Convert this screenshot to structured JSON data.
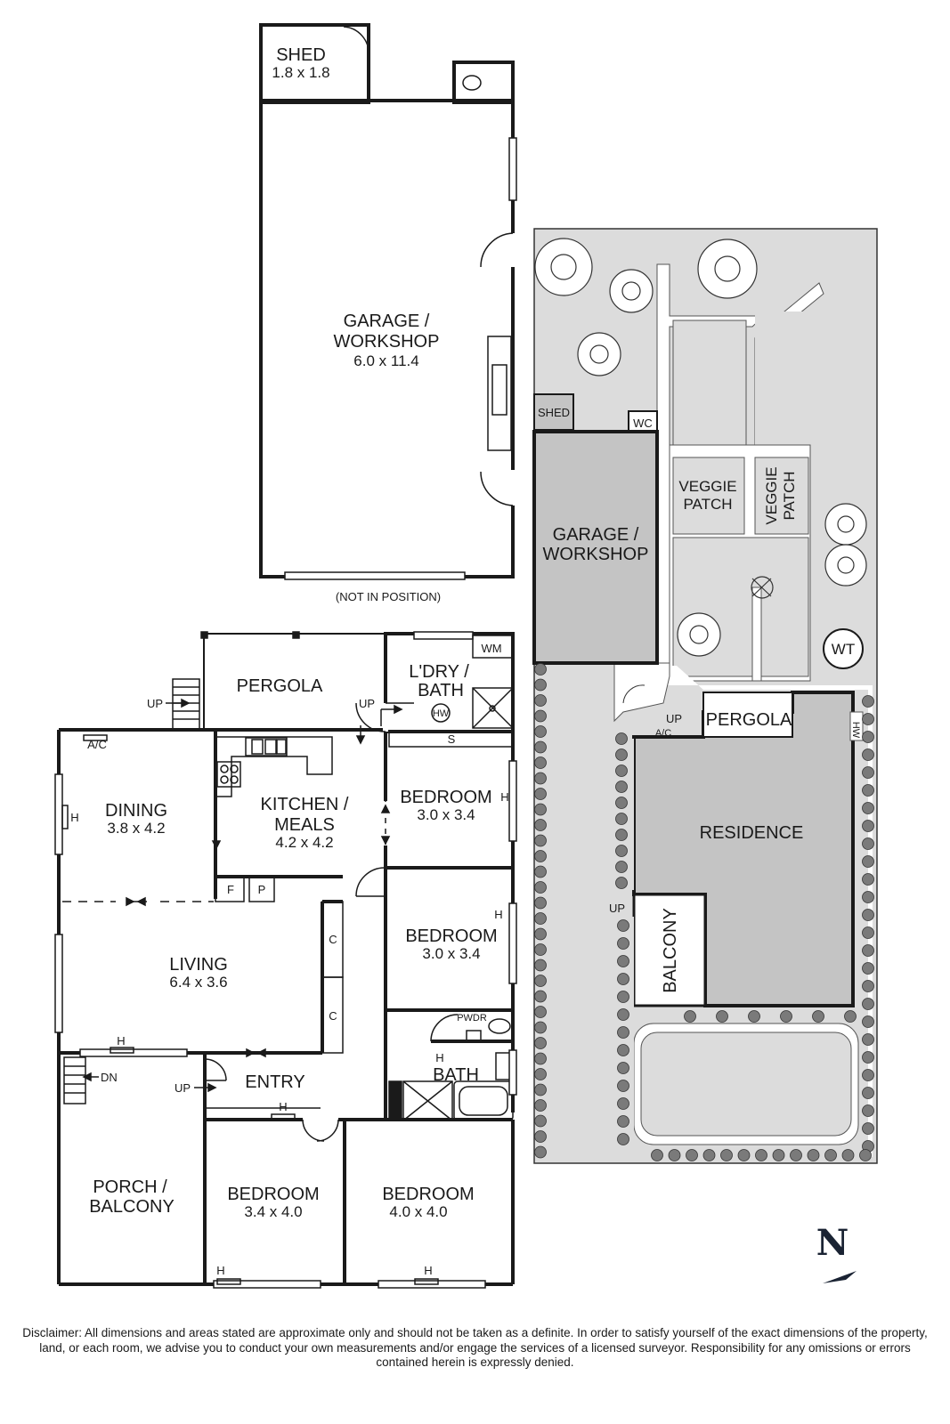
{
  "rooms": {
    "shed": {
      "name": "SHED",
      "dim": "1.8 x 1.8"
    },
    "garage": {
      "name1": "GARAGE /",
      "name2": "WORKSHOP",
      "dim": "6.0 x 11.4"
    },
    "pergola": {
      "name": "PERGOLA"
    },
    "laundry": {
      "name1": "L'DRY /",
      "name2": "BATH"
    },
    "dining": {
      "name": "DINING",
      "dim": "3.8 x 4.2"
    },
    "kitchen": {
      "name1": "KITCHEN /",
      "name2": "MEALS",
      "dim": "4.2 x 4.2"
    },
    "bedroom_ne": {
      "name": "BEDROOM",
      "dim": "3.0 x 3.4"
    },
    "bedroom_e": {
      "name": "BEDROOM",
      "dim": "3.0 x 3.4"
    },
    "living": {
      "name": "LIVING",
      "dim": "6.4 x 3.6"
    },
    "entry": {
      "name": "ENTRY"
    },
    "bath": {
      "name": "BATH"
    },
    "porch": {
      "name1": "PORCH /",
      "name2": "BALCONY"
    },
    "bedroom_sw": {
      "name": "BEDROOM",
      "dim": "3.4 x 4.0"
    },
    "bedroom_se": {
      "name": "BEDROOM",
      "dim": "4.0 x 4.0"
    }
  },
  "labels": {
    "not_in_position": "(NOT IN POSITION)",
    "wm": "WM",
    "hw": "HW",
    "s": "S",
    "ac": "A/C",
    "up": "UP",
    "dn": "DN",
    "h": "H",
    "f": "F",
    "p": "P",
    "c": "C",
    "pwdr": "PWDR"
  },
  "site": {
    "shed": "SHED",
    "wc": "WC",
    "garage1": "GARAGE /",
    "garage2": "WORKSHOP",
    "veggie1a": "VEGGIE",
    "veggie1b": "PATCH",
    "veggie2a": "VEGGIE",
    "veggie2b": "PATCH",
    "wt": "WT",
    "pergola": "PERGOLA",
    "ac": "A/C",
    "hw": "HW",
    "up": "UP",
    "residence": "RESIDENCE",
    "balcony": "BALCONY"
  },
  "north": {
    "label": "N"
  },
  "disclaimer": "Disclaimer: All dimensions and areas stated are approximate only and should not be taken as a definite. In order to satisfy yourself of the exact dimensions of the property, land, or each room, we advise you to conduct your own measurements and/or engage the services of a licensed surveyor. Responsibility for any omissions or errors contained herein is expressly denied.",
  "colors": {
    "wall": "#1a1a1a",
    "site_fill": "#dcdcdc",
    "building_fill": "#c4c4c4",
    "white": "#ffffff"
  }
}
